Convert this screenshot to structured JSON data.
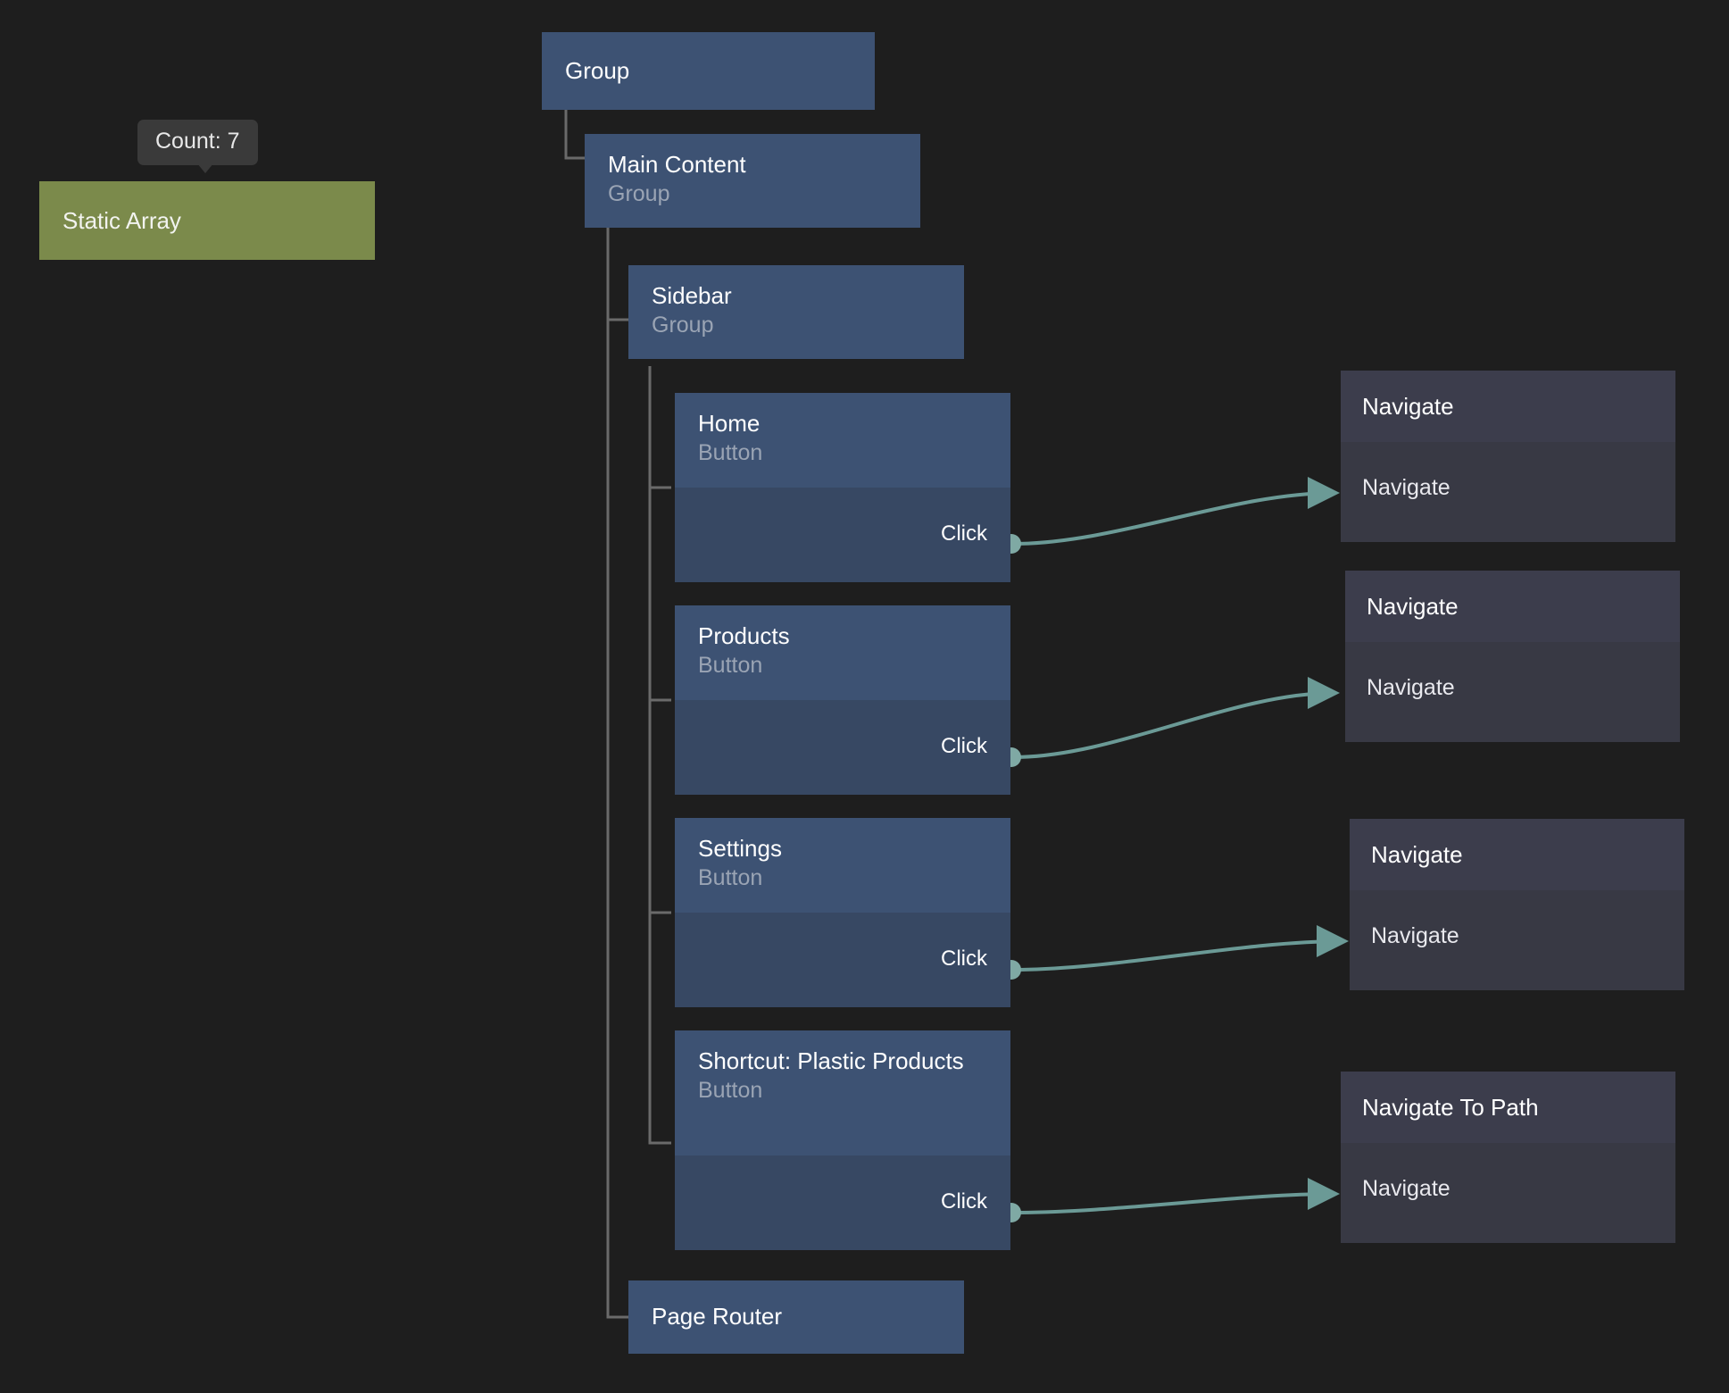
{
  "theme": {
    "background": "#1e1e1e",
    "node_header": "#3d5273",
    "node_body": "#374863",
    "action_header": "#3c3d4c",
    "action_body": "#383944",
    "accent_green": "#7b8a4b",
    "wire": "#6b9a96",
    "rail": "#6a6a6a",
    "tooltip_bg": "#3a3a3a"
  },
  "tooltip": {
    "label": "Count: 7"
  },
  "static_array": {
    "title": "Static Array"
  },
  "tree": {
    "nodes": [
      {
        "id": "group",
        "title": "Group",
        "subtitle": "",
        "port": ""
      },
      {
        "id": "main-content",
        "title": "Main Content",
        "subtitle": "Group",
        "port": ""
      },
      {
        "id": "sidebar",
        "title": "Sidebar",
        "subtitle": "Group",
        "port": ""
      },
      {
        "id": "home",
        "title": "Home",
        "subtitle": "Button",
        "port": "Click"
      },
      {
        "id": "products",
        "title": "Products",
        "subtitle": "Button",
        "port": "Click"
      },
      {
        "id": "settings",
        "title": "Settings",
        "subtitle": "Button",
        "port": "Click"
      },
      {
        "id": "shortcut",
        "title": "Shortcut: Plastic Products",
        "subtitle": "Button",
        "port": "Click"
      },
      {
        "id": "page-router",
        "title": "Page Router",
        "subtitle": "",
        "port": ""
      }
    ]
  },
  "actions": [
    {
      "id": "navigate-home",
      "title": "Navigate",
      "port": "Navigate"
    },
    {
      "id": "navigate-products",
      "title": "Navigate",
      "port": "Navigate"
    },
    {
      "id": "navigate-settings",
      "title": "Navigate",
      "port": "Navigate"
    },
    {
      "id": "navigate-to-path",
      "title": "Navigate To Path",
      "port": "Navigate"
    }
  ],
  "connections": [
    {
      "from": "home",
      "to": "navigate-home"
    },
    {
      "from": "products",
      "to": "navigate-products"
    },
    {
      "from": "settings",
      "to": "navigate-settings"
    },
    {
      "from": "shortcut",
      "to": "navigate-to-path"
    }
  ]
}
